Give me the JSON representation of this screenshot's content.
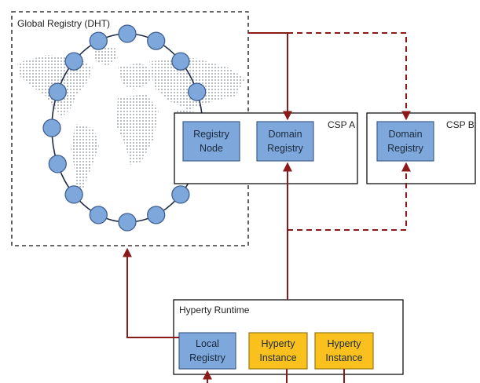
{
  "global_registry": {
    "title": "Global Registry (DHT)",
    "dht_nodes": 16
  },
  "csp_a": {
    "label": "CSP A",
    "registry_node": [
      "Registry",
      "Node"
    ],
    "domain_registry": [
      "Domain",
      "Registry"
    ]
  },
  "csp_b": {
    "label": "CSP B",
    "domain_registry": [
      "Domain",
      "Registry"
    ]
  },
  "hyperty_runtime": {
    "label": "Hyperty Runtime",
    "local_registry": [
      "Local",
      "Registry"
    ],
    "instance_1": [
      "Hyperty",
      "Instance"
    ],
    "instance_2": [
      "Hyperty",
      "Instance"
    ]
  },
  "colors": {
    "node_fill": "#7ea7dc",
    "node_stroke": "#3f5f8f",
    "hyperty_fill": "#f9c01e",
    "hyperty_stroke": "#9a7a15",
    "arrow": "#8b1a1a",
    "map_dots": "#aeb4ba"
  }
}
